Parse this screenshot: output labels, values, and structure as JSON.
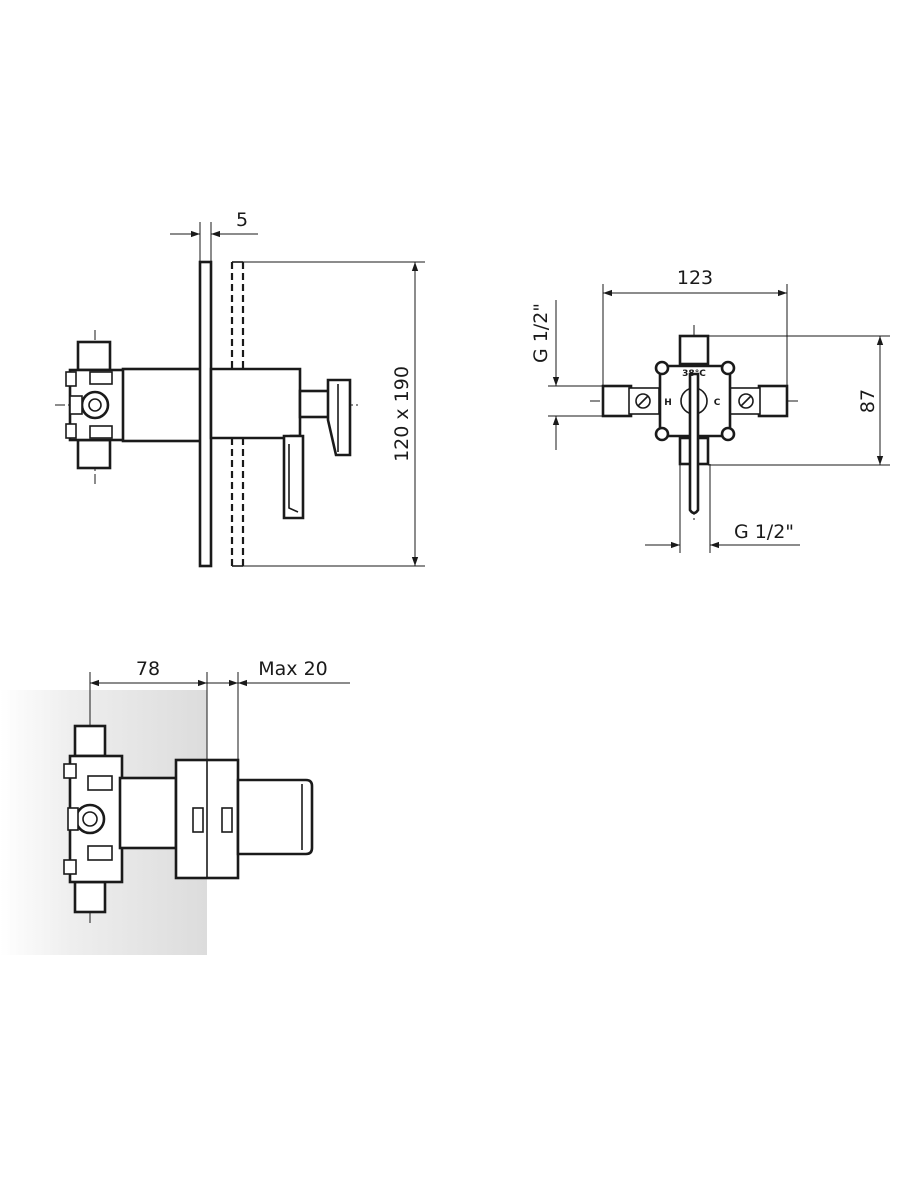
{
  "dimensions": {
    "plate_thickness": "5",
    "plate_size": "120 x 190",
    "box_width": "123",
    "box_height": "87",
    "inlet_side": "G 1/2\"",
    "outlet_bottom": "G 1/2\"",
    "depth": "78",
    "max_wall": "Max 20"
  },
  "labels": {
    "hot": "H",
    "cold": "C",
    "temperature": "38°C"
  },
  "colors": {
    "line": "#1a1a1a",
    "wall_shade": "#e6e6e6"
  }
}
